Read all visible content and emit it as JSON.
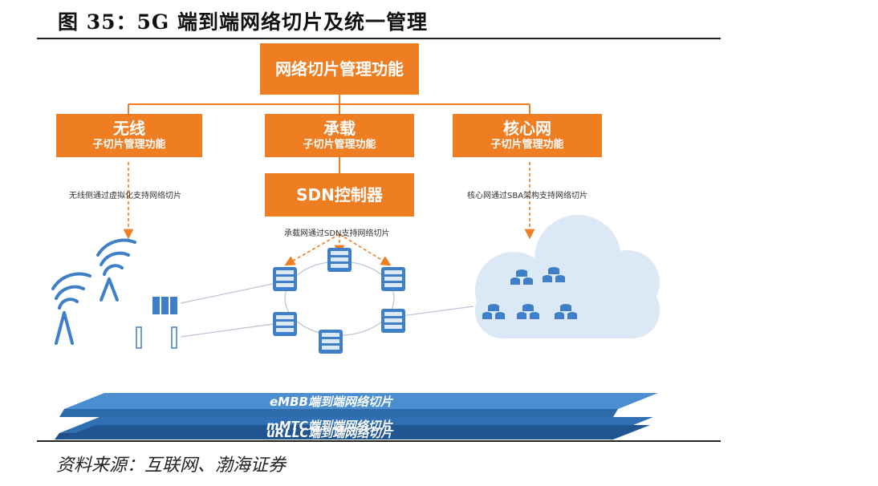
{
  "figure": {
    "title": "图 35：5G 端到端网络切片及统一管理",
    "source": "资料来源：互联网、渤海证券"
  },
  "diagram": {
    "top_box": "网络切片管理功能",
    "wireless": {
      "title": "无线",
      "subtitle": "子切片管理功能",
      "note": "无线侧通过虚拟化支持网络切片"
    },
    "transport": {
      "title": "承载",
      "subtitle": "子切片管理功能",
      "note": "承载网通过SDN支持网络切片"
    },
    "core": {
      "title": "核心网",
      "subtitle": "子切片管理功能",
      "note": "核心网通过SBA架构支持网络切片"
    },
    "controller": "SDN控制器",
    "slices": [
      "eMBB端到端网络切片",
      "mMTC端到端网络切片",
      "uRLLC端到端网络切片"
    ]
  },
  "colors": {
    "orange": "#ef7d22",
    "band_light": "#4b8fd0",
    "band_mid": "#2f6fb2",
    "band_dark": "#1f5591",
    "icon_blue": "#3f7fc7",
    "cloud": "#dbe9f7"
  }
}
